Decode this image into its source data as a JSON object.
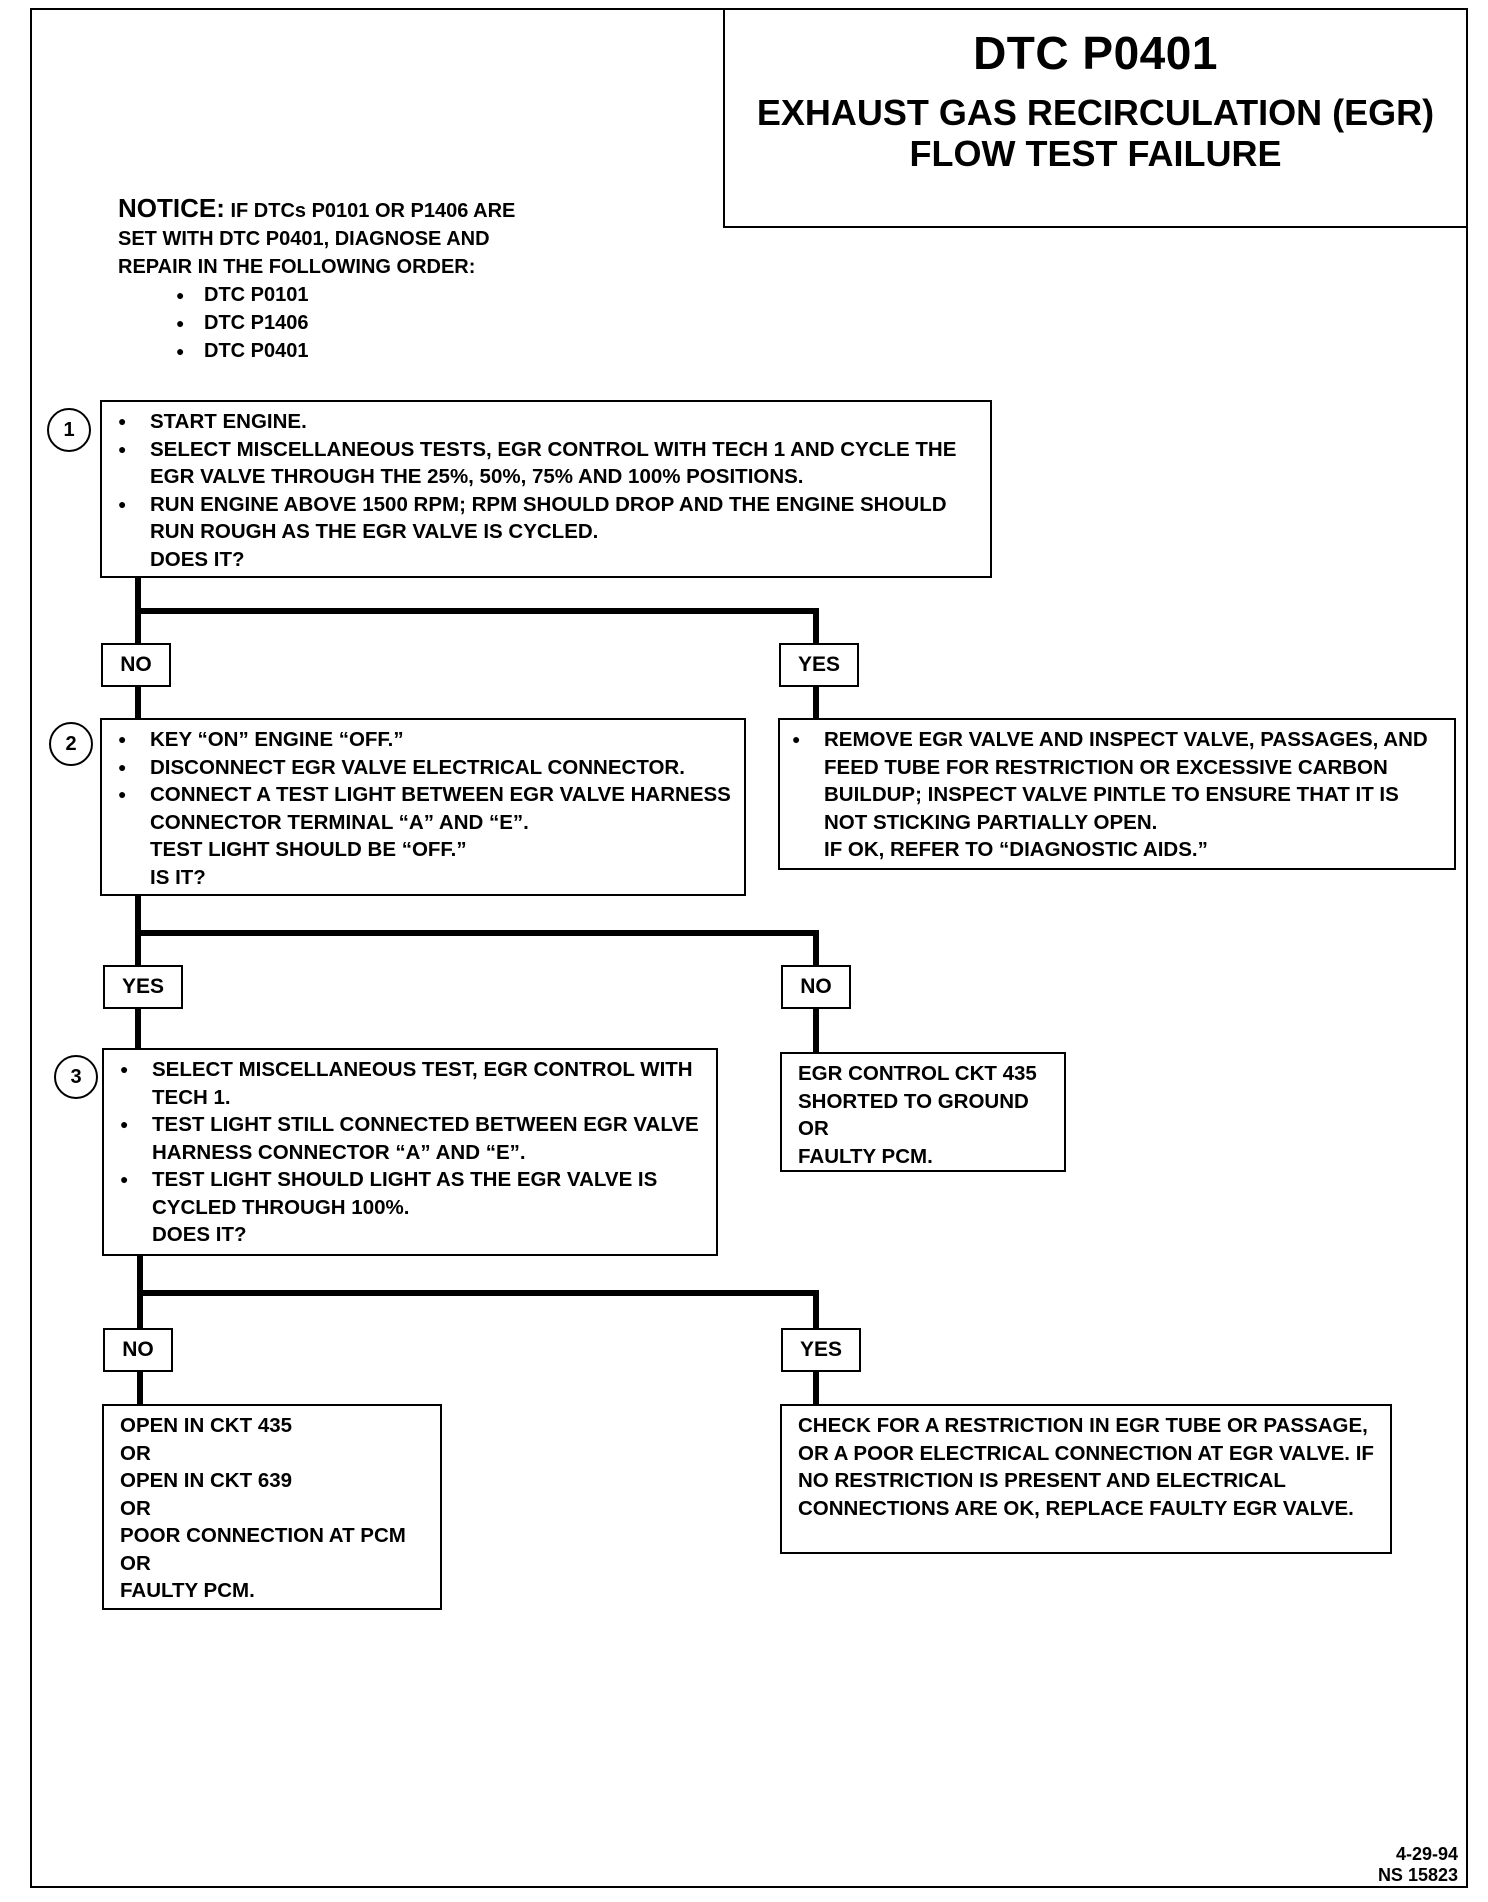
{
  "title": {
    "code": "DTC P0401",
    "line1": "EXHAUST GAS RECIRCULATION (EGR)",
    "line2": "FLOW TEST FAILURE"
  },
  "notice": {
    "heading": "NOTICE:",
    "text_first": "IF DTCs P0101 OR P1406 ARE",
    "text_line2": "SET WITH DTC P0401, DIAGNOSE AND",
    "text_line3": "REPAIR IN THE FOLLOWING ORDER:",
    "order": [
      "DTC P0101",
      "DTC P1406",
      "DTC P0401"
    ]
  },
  "steps": {
    "step1": {
      "number": "1",
      "bullets": [
        "START ENGINE.",
        "SELECT MISCELLANEOUS TESTS, EGR CONTROL WITH TECH 1 AND CYCLE THE EGR VALVE THROUGH THE 25%, 50%, 75% AND 100% POSITIONS.",
        "RUN ENGINE ABOVE 1500 RPM; RPM SHOULD DROP AND THE ENGINE SHOULD RUN ROUGH AS THE EGR VALVE IS CYCLED."
      ],
      "question": "DOES IT?"
    },
    "step2": {
      "number": "2",
      "bullets": [
        "KEY “ON” ENGINE “OFF.”",
        "DISCONNECT EGR VALVE ELECTRICAL CONNECTOR.",
        "CONNECT A TEST LIGHT BETWEEN EGR VALVE HARNESS CONNECTOR TERMINAL “A” AND “E”."
      ],
      "tail": "TEST LIGHT SHOULD BE “OFF.”",
      "question": "IS IT?"
    },
    "step3": {
      "number": "3",
      "bullets": [
        "SELECT MISCELLANEOUS TEST, EGR CONTROL WITH TECH 1.",
        "TEST LIGHT STILL CONNECTED BETWEEN EGR VALVE HARNESS CONNECTOR “A” AND “E”.",
        "TEST LIGHT SHOULD LIGHT AS THE EGR VALVE IS CYCLED THROUGH 100%."
      ],
      "question": "DOES IT?"
    }
  },
  "labels": {
    "s1_no": "NO",
    "s1_yes": "YES",
    "s2_yes": "YES",
    "s2_no": "NO",
    "s3_no": "NO",
    "s3_yes": "YES"
  },
  "results": {
    "s1_yes": {
      "bullet": "REMOVE EGR VALVE AND INSPECT VALVE, PASSAGES, AND FEED TUBE FOR RESTRICTION OR EXCESSIVE CARBON BUILDUP; INSPECT VALVE PINTLE TO ENSURE THAT IT IS NOT STICKING PARTIALLY OPEN.",
      "tail": "IF OK, REFER TO “DIAGNOSTIC AIDS.”"
    },
    "s2_no": {
      "lines": [
        "EGR CONTROL CKT 435",
        "SHORTED TO GROUND",
        "OR",
        "FAULTY PCM."
      ]
    },
    "s3_no": {
      "lines": [
        "OPEN IN CKT 435",
        "OR",
        "OPEN IN CKT 639",
        "OR",
        "POOR CONNECTION AT PCM",
        "OR",
        "FAULTY PCM."
      ]
    },
    "s3_yes": {
      "text": "CHECK FOR A RESTRICTION IN EGR TUBE OR PASSAGE, OR A POOR ELECTRICAL CONNECTION AT EGR VALVE.  IF NO RESTRICTION IS PRESENT AND ELECTRICAL CONNECTIONS ARE OK, REPLACE FAULTY EGR VALVE."
    }
  },
  "footer": {
    "date": "4-29-94",
    "ref": "NS 15823"
  }
}
